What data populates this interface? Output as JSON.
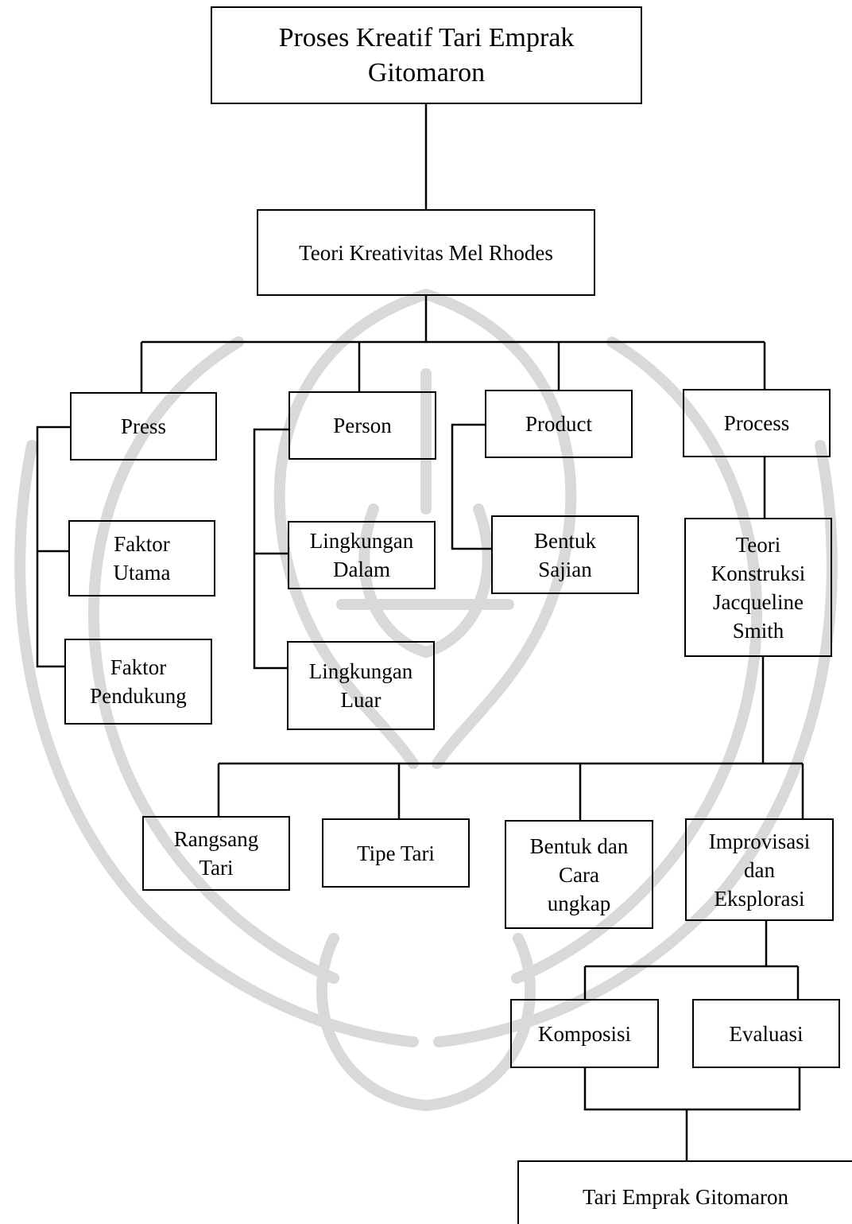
{
  "title": "Proses Kreatif Tari Emprak\nGitomaron",
  "theory": "Teori Kreativitas Mel Rhodes",
  "categories": {
    "press": "Press",
    "person": "Person",
    "product": "Product",
    "process": "Process"
  },
  "press_items": {
    "faktor_utama": "Faktor\nUtama",
    "faktor_pendukung": "Faktor\nPendukung"
  },
  "person_items": {
    "lingkungan_dalam": "Lingkungan\nDalam",
    "lingkungan_luar": "Lingkungan\nLuar"
  },
  "product_items": {
    "bentuk_sajian": "Bentuk\nSajian"
  },
  "process_theory": "Teori\nKonstruksi\nJacqueline\nSmith",
  "process_steps": {
    "rangsang_tari": "Rangsang\nTari",
    "tipe_tari": "Tipe Tari",
    "bentuk_cara_ungkap": "Bentuk dan\nCara\nungkap",
    "improvisasi_eksplorasi": "Improvisasi\ndan\nEksplorasi"
  },
  "final_steps": {
    "komposisi": "Komposisi",
    "evaluasi": "Evaluasi"
  },
  "result": "Tari Emprak Gitomaron",
  "colors": {
    "line": "#000000",
    "watermark": "#d6d6d6"
  }
}
